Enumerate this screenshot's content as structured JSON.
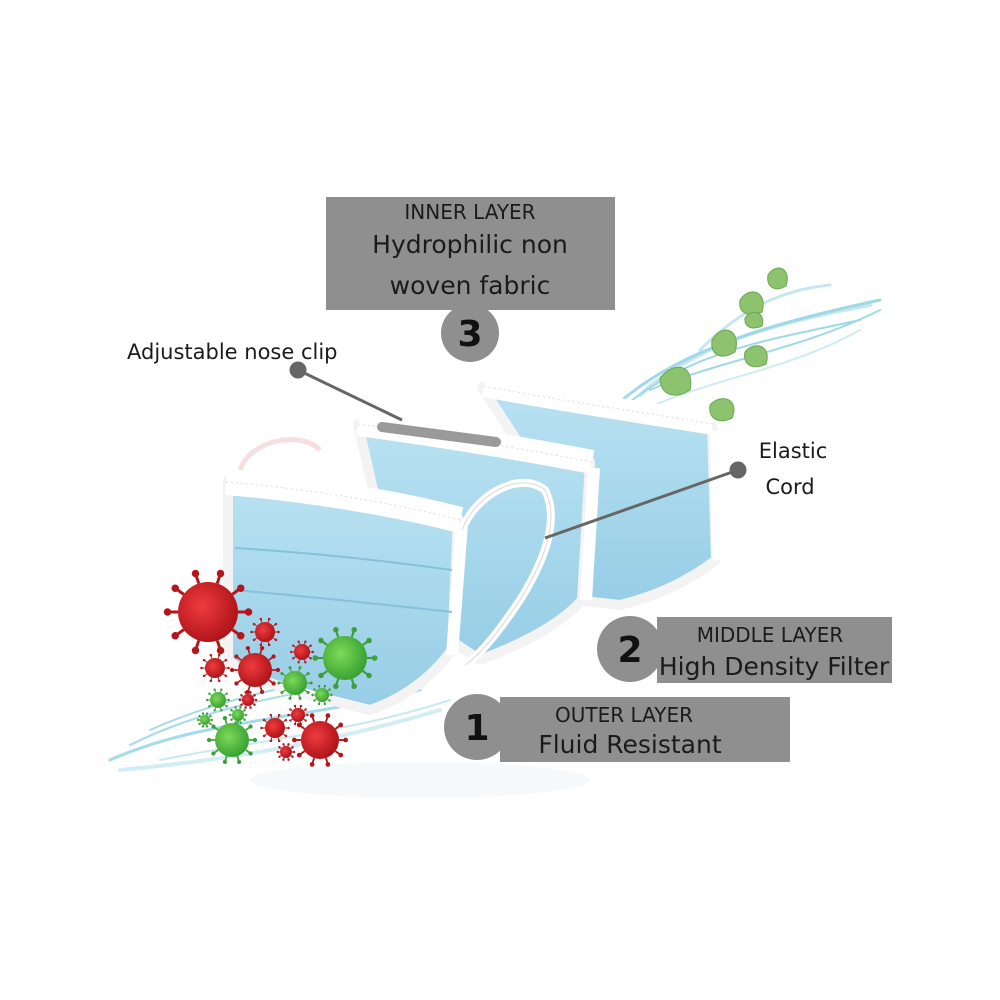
{
  "inner_layer": {
    "number": "3",
    "title": "INNER LAYER",
    "line1": "Hydrophilic non",
    "line2": "woven fabric"
  },
  "middle_layer": {
    "number": "2",
    "title": "MIDDLE LAYER",
    "subtitle": "High Density Filter"
  },
  "outer_layer": {
    "number": "1",
    "title": "OUTER LAYER",
    "subtitle": "Fluid Resistant"
  },
  "nose_clip_label": "Adjustable nose clip",
  "elastic_cord_label": {
    "line1": "Elastic",
    "line2": "Cord"
  },
  "colors": {
    "label_box": "#8f8f8f",
    "mask_blue": "#a9d8ec",
    "mask_border": "#ffffff",
    "virus_red": "#c4161c",
    "virus_green": "#4caf50",
    "leaf_green": "#8dc26f",
    "wind_blue": "#7fcde0",
    "pointer_gray": "#666666"
  },
  "icons": [
    "virus-icon",
    "leaf-icon",
    "wind-swirl-icon",
    "surgical-mask-icon"
  ]
}
